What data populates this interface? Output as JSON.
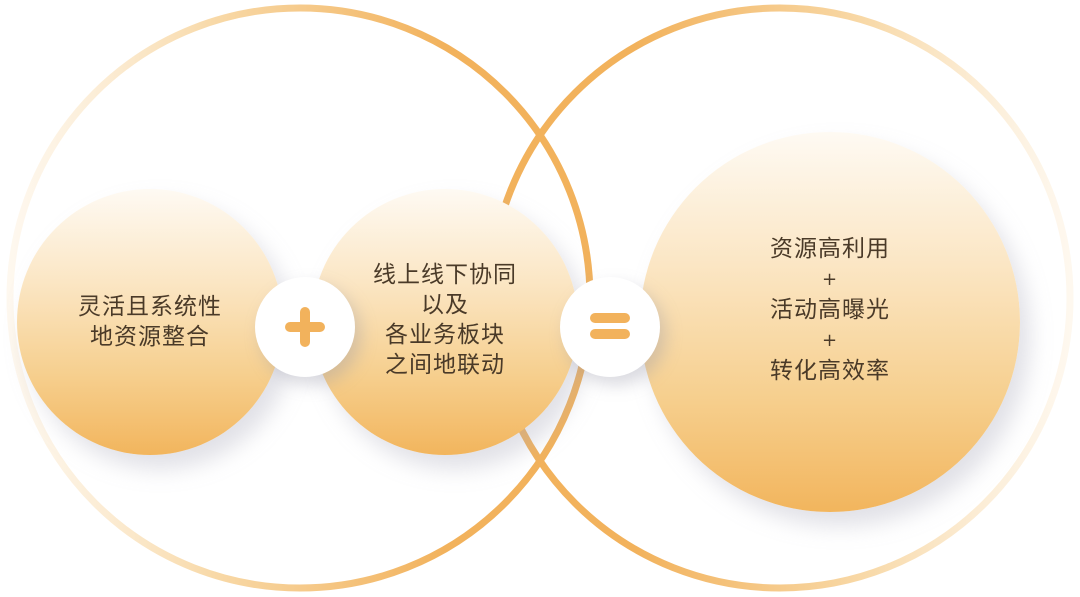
{
  "diagram": {
    "type": "equation-venn",
    "colors": {
      "accent_orange": "#F2B25C",
      "fill_top": "#FEFAF3",
      "fill_bottom": "#F2B55D",
      "text": "#4A3A28",
      "badge_bg": "#FFFFFF"
    },
    "inputs": [
      {
        "id": "left",
        "lines": [
          "灵活且系统性",
          "地资源整合"
        ]
      },
      {
        "id": "middle",
        "lines": [
          "线上线下协同",
          "以及",
          "各业务板块",
          "之间地联动"
        ]
      }
    ],
    "operators": {
      "plus": "+",
      "equals": "="
    },
    "result": {
      "lines": [
        "资源高利用",
        "活动高曝光",
        "转化高效率"
      ],
      "separator": "+"
    }
  }
}
